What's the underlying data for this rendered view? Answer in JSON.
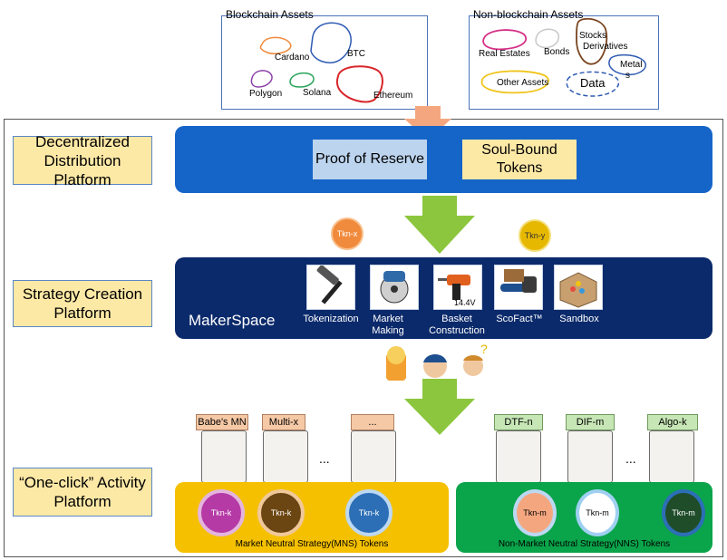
{
  "blockchain_assets": {
    "title": "Blockchain Assets",
    "items": [
      "Cardano",
      "BTC",
      "Polygon",
      "Solana",
      "Ethereum"
    ]
  },
  "non_blockchain_assets": {
    "title": "Non-blockchain Assets",
    "items": [
      "Real Estates",
      "Bonds",
      "Stocks",
      "Derivatives",
      "Metal",
      "s",
      "Other Assets",
      "Data"
    ]
  },
  "layers": {
    "distribution": {
      "label": "Decentralized Distribution Platform",
      "chips": [
        "Proof of Reserve",
        "Soul-Bound Tokens"
      ]
    },
    "strategy": {
      "label": "Strategy Creation Platform",
      "makerspace": "MakerSpace",
      "tools": [
        {
          "label": "Tokenization",
          "icon": "hammer-icon"
        },
        {
          "label": "Market Making",
          "icon": "circular-saw-icon"
        },
        {
          "label": "Basket Construction",
          "icon": "drill-icon"
        },
        {
          "label": "ScoFact™",
          "icon": "chainsaw-icon"
        },
        {
          "label": "Sandbox",
          "icon": "sandbox-icon"
        }
      ],
      "drill_text": "14.4V",
      "coin_left": "Tkn-x",
      "coin_right": "Tkn-y"
    },
    "activity": {
      "label": "“One-click” Activity Platform",
      "mns": {
        "caption": "Market Neutral Strategy(MNS) Tokens",
        "strategies": [
          "Babe's MN",
          "Multi-x",
          "..."
        ],
        "ellipsis": "...",
        "coins": [
          "Tkn-k",
          "Tkn-k",
          "Tkn-k"
        ]
      },
      "nns": {
        "caption": "Non-Market Neutral Strategy(NNS) Tokens",
        "strategies": [
          "DTF-n",
          "DIF-m",
          "Algo-k"
        ],
        "ellipsis": "...",
        "coins": [
          "Tkn-m",
          "Tkn-m",
          "Tkn-m"
        ]
      }
    }
  },
  "colors": {
    "distribution_bar": "#1565c8",
    "makerspace": "#0b2a6b",
    "mns_band": "#f5c000",
    "nns_band": "#0aa44a",
    "arrow_green": "#8cc63e",
    "arrow_orange": "#f4a77f",
    "label_fill": "#fde9a6"
  }
}
